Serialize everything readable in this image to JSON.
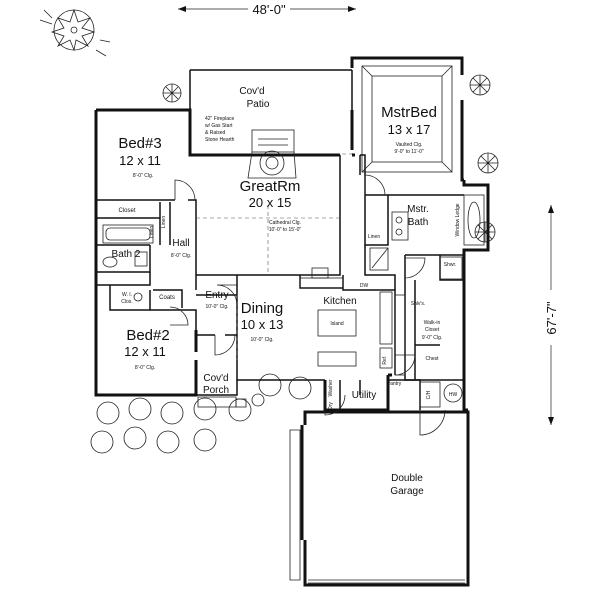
{
  "dimensions": {
    "width": "48'-0\"",
    "depth": "67'-7\""
  },
  "rooms": {
    "patio": {
      "name": "Cov'd",
      "name2": "Patio"
    },
    "fireplace_note": [
      "42\" Fireplace",
      "w/ Gas Start",
      "& Raised",
      "Stone Hearth"
    ],
    "mstr_bed": {
      "name": "MstrBed",
      "size": "13 x 17",
      "clg1": "Vaulted Clg.",
      "clg2": "9'-0\" to 11'-0\""
    },
    "bed3": {
      "name": "Bed#3",
      "size": "12 x 11",
      "clg": "8'-0\" Clg."
    },
    "great_rm": {
      "name": "GreatRm",
      "size": "20 x 15",
      "clg1": "Cathedral Clg.",
      "clg2": "10'-0\" to 15'-0\""
    },
    "mstr_bath": {
      "name": "Mstr.",
      "name2": "Bath"
    },
    "window_ledge": "Window Ledge",
    "closet": "Closet",
    "linen1": "Linen",
    "linen2": "Linen",
    "linen3": "Linen",
    "hall": {
      "name": "Hall",
      "clg": "8'-0\" Clg."
    },
    "bath2": "Bath 2",
    "shwr": "Shwr.",
    "wi_clos": {
      "line1": "W. I.",
      "line2": "Clos."
    },
    "coats": "Coats",
    "entry": {
      "name": "Entry",
      "clg": "10'-0\" Clg."
    },
    "dw": "DW",
    "kitchen": "Kitchen",
    "shlvs": "Shlv's.",
    "dining": {
      "name": "Dining",
      "size": "10 x 13",
      "clg": "10'-0\" Clg."
    },
    "island": "Island",
    "walkin": {
      "line1": "Walk-in",
      "line2": "Closet",
      "clg": "9'-0\" Clg."
    },
    "bed2": {
      "name": "Bed#2",
      "size": "12 x 11",
      "clg": "8'-0\" Clg."
    },
    "ref": "Ref.",
    "chest": "Chest",
    "pantry": "Pantry",
    "porch": {
      "name": "Cov'd",
      "name2": "Porch"
    },
    "washer": "Washer",
    "dryer": "Dry",
    "utility": "Utility",
    "ch": "C/H",
    "hw": "HW",
    "garage": {
      "name": "Double",
      "name2": "Garage"
    }
  }
}
